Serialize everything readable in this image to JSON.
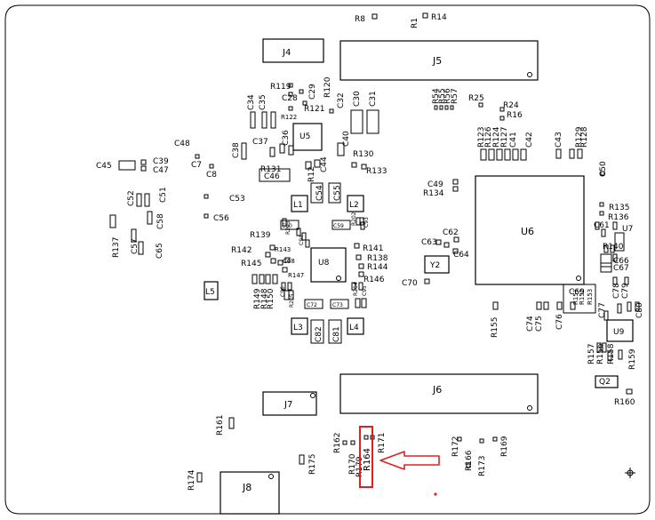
{
  "colors": {
    "ink": "#000000",
    "highlight": "#e02020",
    "background": "#ffffff"
  },
  "highlighted_part": "R164",
  "connectors": [
    "J4",
    "J5",
    "J6",
    "J7",
    "J8"
  ],
  "ics": [
    "U5",
    "U6",
    "U7",
    "U8",
    "U9"
  ],
  "crystals": [
    "Y2"
  ],
  "transistors": [
    "Q2"
  ],
  "inductors": [
    "L1",
    "L2",
    "L3",
    "L4",
    "L5"
  ],
  "capacitors": [
    "C7",
    "C8",
    "C28",
    "C29",
    "C30",
    "C31",
    "C32",
    "C34",
    "C35",
    "C36",
    "C37",
    "C38",
    "C39",
    "C40",
    "C41",
    "C42",
    "C43",
    "C44",
    "C45",
    "C46",
    "C47",
    "C48",
    "C49",
    "C50",
    "C51",
    "C52",
    "C53",
    "C54",
    "C55",
    "C56",
    "C57",
    "C58",
    "C59",
    "C60",
    "C61",
    "C62",
    "C63",
    "C64",
    "C65",
    "C66",
    "C67",
    "C68",
    "C69",
    "C70",
    "C72",
    "C73",
    "C74",
    "C75",
    "C76",
    "C77",
    "C78",
    "C79",
    "C80",
    "C81",
    "C82",
    "C93",
    "C94",
    "C95",
    "C96"
  ],
  "resistors": [
    "R1",
    "R8",
    "R12",
    "R14",
    "R16",
    "R24",
    "R25",
    "R54",
    "R55",
    "R56",
    "R57",
    "R119",
    "R120",
    "R121",
    "R122",
    "R123",
    "R124",
    "R125",
    "R126",
    "R127",
    "R128",
    "R129",
    "R130",
    "R131",
    "R133",
    "R134",
    "R135",
    "R136",
    "R137",
    "R138",
    "R139",
    "R140",
    "R141",
    "R142",
    "R143",
    "R144",
    "R145",
    "R146",
    "R147",
    "R148",
    "R149",
    "R150",
    "R151",
    "R152",
    "R153",
    "R155",
    "R156",
    "R157",
    "R158",
    "R159",
    "R160",
    "R161",
    "R162",
    "R164",
    "R166",
    "R169",
    "R170",
    "R171",
    "R172",
    "R173",
    "R174",
    "R175",
    "R179",
    "R202",
    "R203",
    "R204",
    "R205"
  ]
}
